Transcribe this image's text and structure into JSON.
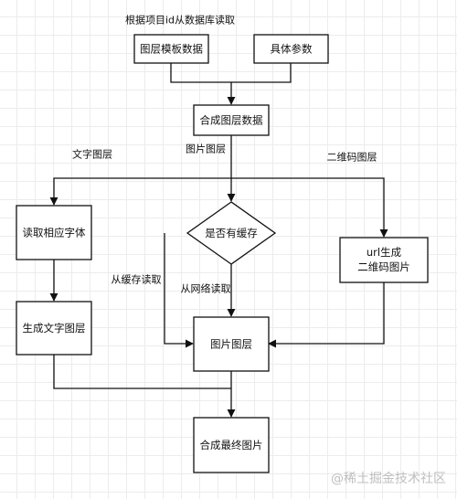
{
  "nodes": {
    "template_data": "图层模板数据",
    "params": "具体参数",
    "merge_layers": "合成图层数据",
    "read_font": "读取相应字体",
    "has_cache": "是否有缓存",
    "url_qr_line1": "url生成",
    "url_qr_line2": "二维码图片",
    "gen_text_layer": "生成文字图层",
    "image_layer": "图片图层",
    "final_image": "合成最终图片"
  },
  "edge_labels": {
    "read_from_db": "根据项目id从数据库读取",
    "text_layer": "文字图层",
    "image_layer": "图片图层",
    "qr_layer": "二维码图层",
    "from_cache": "从缓存读取",
    "from_network": "从网络读取"
  },
  "watermark": "@稀土掘金技术社区",
  "colors": {
    "stroke": "#111111",
    "grid": "#ececec",
    "watermark": "#bfbfbf"
  }
}
